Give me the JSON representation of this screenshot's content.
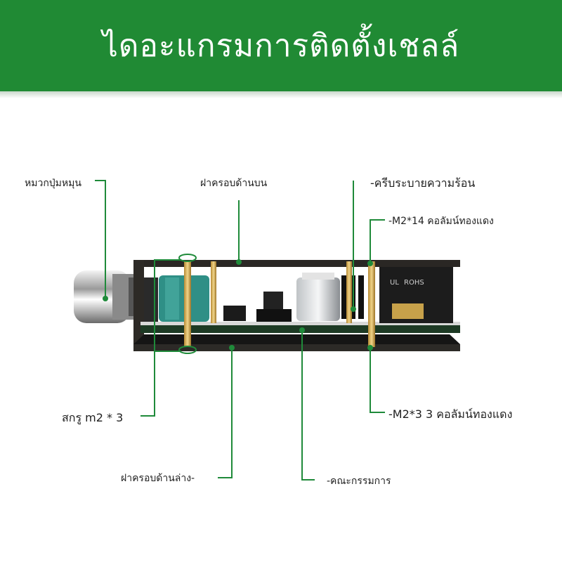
{
  "header": {
    "title": "ไดอะแกรมการติดตั้งเชลล์"
  },
  "labels": {
    "knob_cap": "หมวกปุ่มหมุน",
    "top_cover": "ฝาครอบด้านบน",
    "heatsink": "-ครีบระบายความร้อน",
    "m2_14": "-M2*14 คอลัมน์ทองแดง",
    "screw": "สกรู m2 * 3",
    "m2_3": "-M2*3 3 คอลัมน์ทองแดง",
    "bottom_cover": "ฝาครอบด้านล่าง-",
    "board": "-คณะกรรมการ"
  },
  "component_markings": {
    "rohs": "ROHS"
  },
  "colors": {
    "header": "#208a34",
    "leader": "#1f8a3a",
    "knob": "#c9c9c9",
    "capacitor": "#2f8f86",
    "brass": "#c9a24a"
  }
}
